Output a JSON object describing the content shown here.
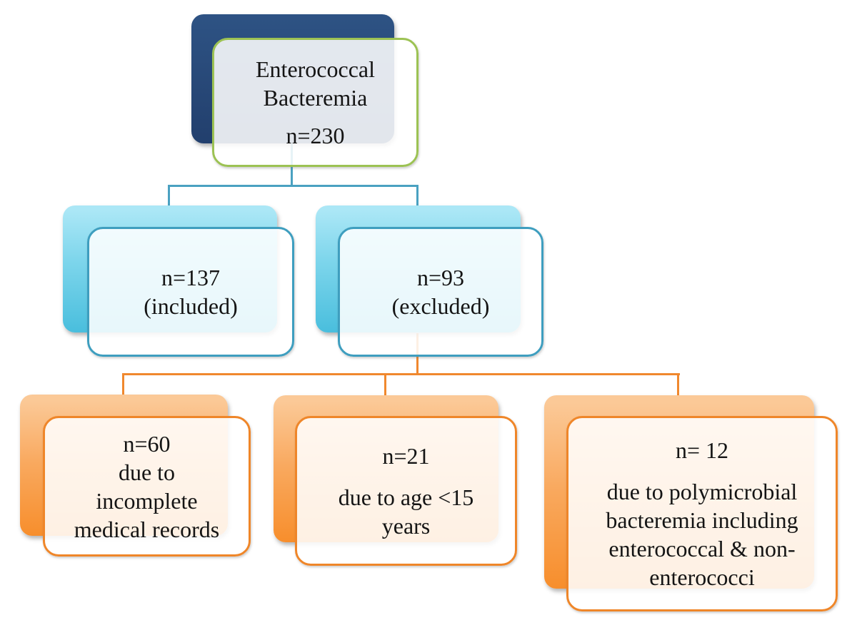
{
  "theme": {
    "canvas-bg": "#ffffff",
    "text-color": "#141414",
    "navy-top": "#2e5384",
    "navy-bottom": "#223f6d",
    "green-border": "#9cc253",
    "teal-border": "#3e9ebf",
    "teal-connector": "#4aa1c1",
    "cyan-light": "#abe7f6",
    "cyan-dark": "#49bedd",
    "orange-border": "#ef8629",
    "orange-connector": "#f0882e",
    "orange-light": "#fbc997",
    "orange-dark": "#f78e2c",
    "front-fill": "rgba(255,255,255,0.87)"
  },
  "nodes": {
    "root": {
      "paragraphs": [
        [
          "Enterococcal",
          "Bacteremia"
        ],
        [
          "n=230"
        ]
      ]
    },
    "included": {
      "paragraphs": [
        [
          "n=137",
          "(included)"
        ]
      ]
    },
    "excluded": {
      "paragraphs": [
        [
          "n=93",
          "(excluded)"
        ]
      ]
    },
    "excluded_incomplete_records": {
      "paragraphs": [
        [
          "n=60",
          "due to",
          "incomplete",
          "medical records"
        ]
      ]
    },
    "excluded_age": {
      "paragraphs": [
        [
          "n=21"
        ],
        [
          "due to age <15",
          "years"
        ]
      ]
    },
    "excluded_polymicrobial": {
      "paragraphs": [
        [
          "n= 12"
        ],
        [
          "due to polymicrobial",
          "bacteremia including",
          "enterococcal & non-",
          "enterococci"
        ]
      ]
    }
  }
}
